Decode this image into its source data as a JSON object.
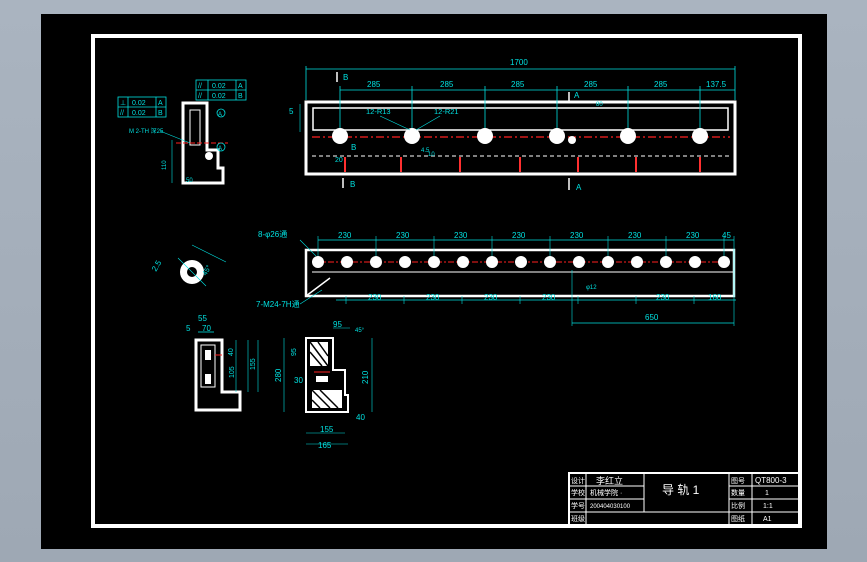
{
  "drawing": {
    "colors": {
      "background": "#000000",
      "outline": "#ffffff",
      "dimension": "#00e0e0",
      "centerline": "#ff2020",
      "viewport": "#a7b1bd"
    },
    "front_view": {
      "overall_length": "1700",
      "spacing": [
        "285",
        "285",
        "285",
        "285",
        "285",
        "137.5"
      ],
      "height_dim": "5",
      "hole_note_a": "12-R13",
      "hole_note_b": "12-R21",
      "small_dim_a": "80",
      "small_dim_b": "4.5",
      "small_dim_c": "10",
      "edge_dim": "20",
      "section_b_top": "B",
      "section_b_mid": "B",
      "section_b_bottom": "B",
      "section_a_top": "A",
      "section_a_bottom": "A"
    },
    "side_section": {
      "tolerance_row1": [
        "//",
        "0.02",
        "A"
      ],
      "tolerance_row2": [
        "//",
        "0.02",
        "B"
      ],
      "left_tol_row1": [
        "⊥",
        "0.02",
        "A"
      ],
      "left_tol_row2": [
        "//",
        "0.02",
        "B"
      ],
      "thread_note": "M 2-TH 深25",
      "dim_height": "110",
      "dim_width": "50",
      "circle_label_a": "A",
      "circle_label_b": "A"
    },
    "bore_detail": {
      "dim_a": "2.5",
      "dim_b": "45°"
    },
    "top_view": {
      "hole_note": "8-φ26通",
      "tap_note": "7-M24-7H通",
      "spacing_top": [
        "230",
        "230",
        "230",
        "230",
        "230",
        "230",
        "230",
        "45"
      ],
      "spacing_bottom": [
        "230",
        "230",
        "230",
        "230",
        "230",
        "160"
      ],
      "span": "650",
      "small_dim": "φ12"
    },
    "end_view_left": {
      "dim_top": "55",
      "dim_top2": "70",
      "dim_left": "5",
      "dim_v1": "40",
      "dim_v2": "105",
      "dim_v3": "155"
    },
    "end_view_right": {
      "dim_top": "95",
      "dim_angle": "45°",
      "dim_left_top": "95",
      "dim_left_mid": "30",
      "dim_height": "280",
      "dim_right": "210",
      "dim_bottom_right": "40",
      "dim_bottom_a": "155",
      "dim_bottom_b": "165"
    },
    "title_block": {
      "designer_label": "设计",
      "designer_name": "李红立",
      "school_label": "学校",
      "school_name": "机械学院 ·",
      "id_label": "学号",
      "id_value": "200404030100",
      "class_label": "班级",
      "part_name": "导 轨 1",
      "drawing_no_label": "图号",
      "drawing_no": "QT800-3",
      "qty_label": "数量",
      "qty": "1",
      "scale_label": "比例",
      "scale": "1:1",
      "sheet_label": "图纸",
      "sheet": "A1"
    }
  }
}
